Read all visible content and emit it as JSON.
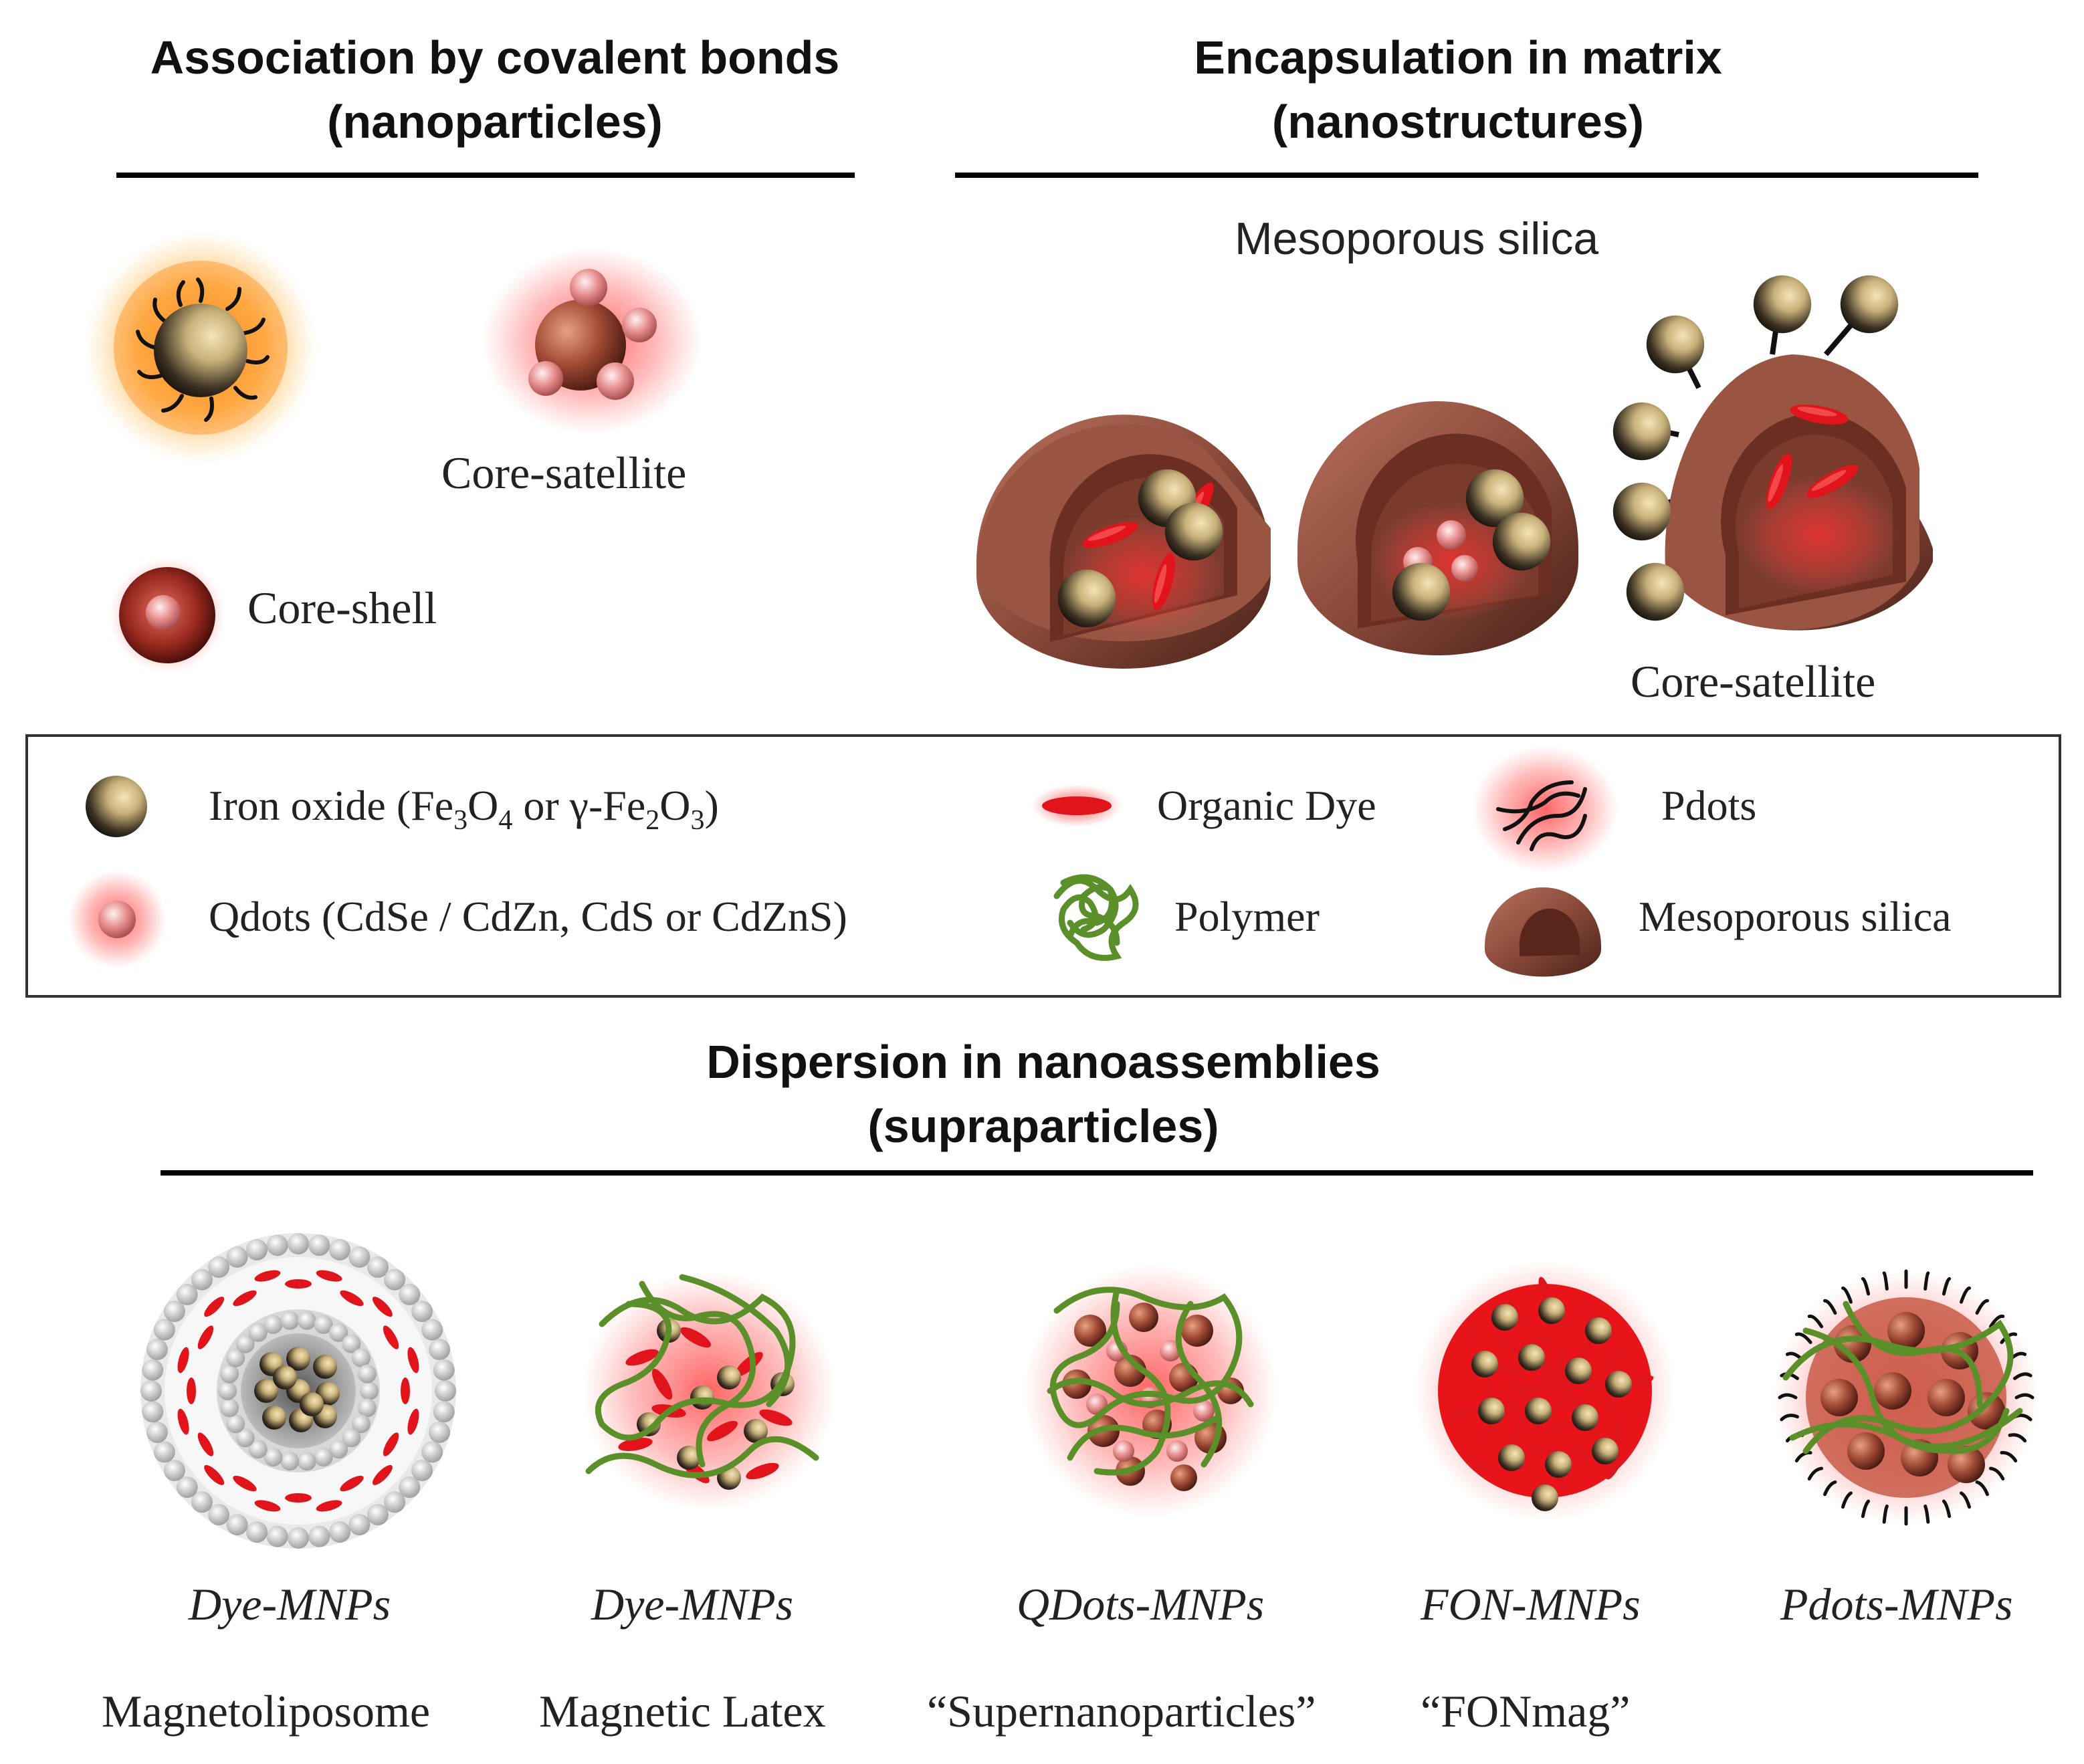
{
  "sections": {
    "covalent": {
      "title_line1": "Association by covalent bonds",
      "title_line2": "(nanoparticles)"
    },
    "matrix": {
      "title_line1": "Encapsulation in matrix",
      "title_line2": "(nanostructures)",
      "subtitle": "Mesoporous silica"
    },
    "dispersion": {
      "title_line1": "Dispersion in nanoassemblies",
      "title_line2": "(supraparticles)"
    }
  },
  "labels": {
    "core_satellite": "Core-satellite",
    "core_shell": "Core-shell",
    "core_satellite_silica": "Core-satellite"
  },
  "legend": {
    "iron_oxide": {
      "prefix": "Iron oxide (Fe",
      "sub1": "3",
      "mid1": "O",
      "sub2": "4",
      "mid2": " or γ-Fe",
      "sub3": "2",
      "mid3": "O",
      "sub4": "3",
      "suffix": ")"
    },
    "qdots": "Qdots (CdSe / CdZn, CdS or CdZnS)",
    "organic_dye": "Organic Dye",
    "polymer": "Polymer",
    "pdots": "Pdots",
    "mesoporous_silica": "Mesoporous silica"
  },
  "supraparticles": [
    {
      "name": "Dye-MNPs",
      "desc": "Magnetoliposome"
    },
    {
      "name": "Dye-MNPs",
      "desc": "Magnetic Latex"
    },
    {
      "name": "QDots-MNPs",
      "desc": "“Supernanoparticles”"
    },
    {
      "name": "FON-MNPs",
      "desc": "“FONmag”"
    },
    {
      "name": "Pdots-MNPs",
      "desc": ""
    }
  ],
  "colors": {
    "iron_core": "#c9b27a",
    "dye_red": "#e0141a",
    "glow_red": "#ff3030",
    "silica_brown": "#8a4a3a",
    "polymer_green": "#5a8f2a",
    "qdot_pink": "#e89090",
    "orange_glow": "#ff9a1a"
  },
  "icons": [
    "iron-oxide-icon",
    "qdot-icon",
    "organic-dye-icon",
    "polymer-icon",
    "pdots-icon",
    "mesoporous-silica-icon"
  ]
}
